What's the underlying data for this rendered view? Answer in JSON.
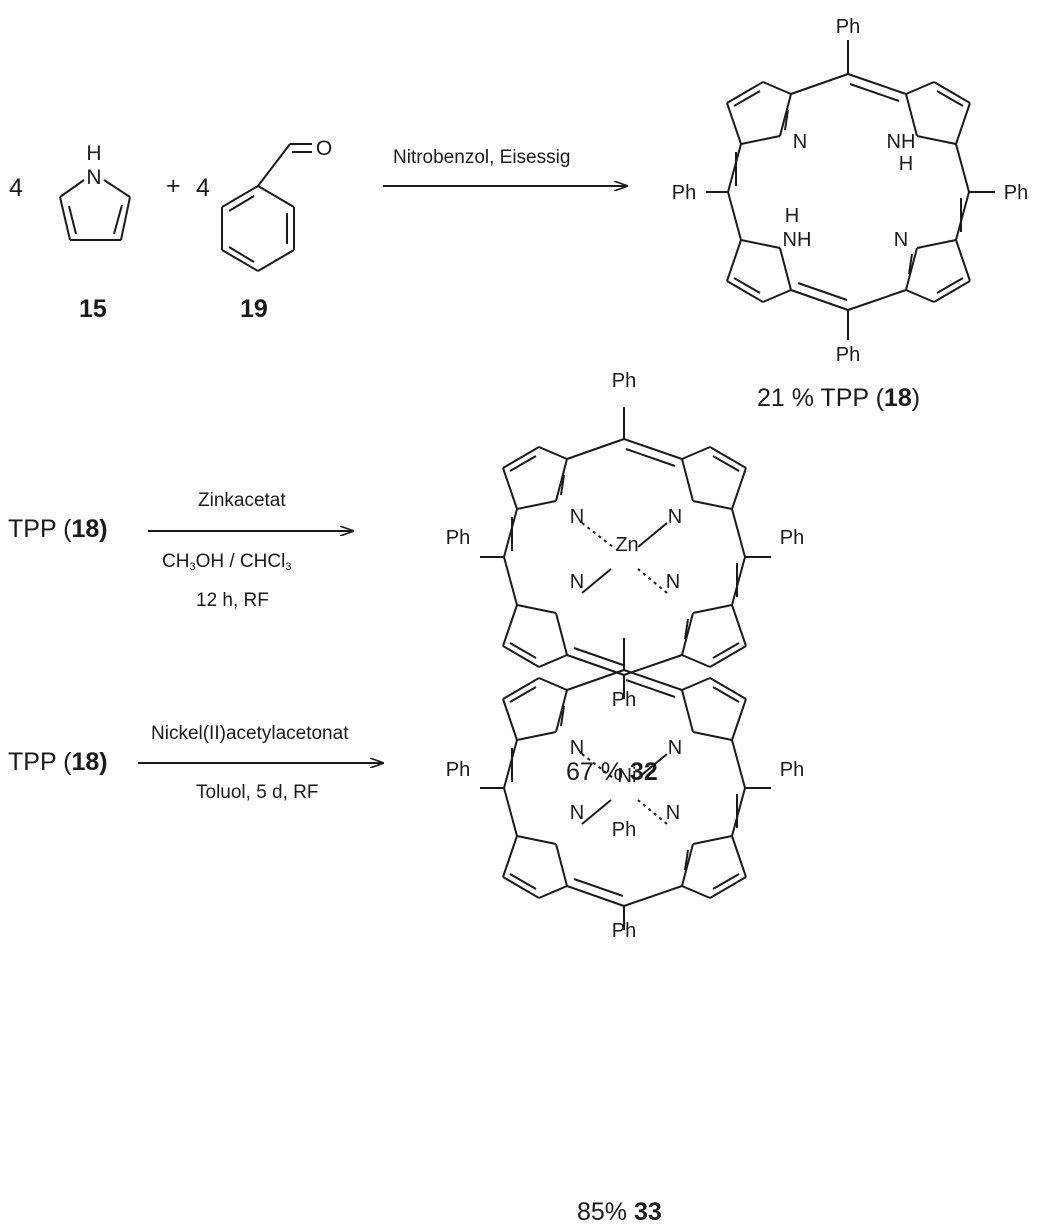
{
  "reaction1": {
    "coef_pyrrole": "4",
    "plus": "+",
    "coef_aldehyde": "4",
    "pyrrole_h": "H",
    "pyrrole_n": "N",
    "aldehyde_o": "O",
    "pyrrole_num": "15",
    "aldehyde_num": "19",
    "conditions": "Nitrobenzol, Eisessig",
    "product_yield": "21 % TPP (",
    "product_num": "18",
    "product_close": ")"
  },
  "reaction2": {
    "reactant": "TPP (",
    "reactant_num": "18)",
    "reagent": "Zinkacetat",
    "solvent_a": "CH",
    "solvent_a_sub": "3",
    "solvent_b": "OH / CHCl",
    "solvent_b_sub": "3",
    "conditions": "12 h, RF",
    "metal": "Zn",
    "product_yield": "67 % ",
    "product_num": "32"
  },
  "reaction3": {
    "reactant": "TPP (",
    "reactant_num": "18)",
    "reagent": "Nickel(II)acetylacetonat",
    "conditions": "Toluol, 5 d,  RF",
    "metal": "Ni",
    "product_yield": "85% ",
    "product_num": "33"
  },
  "atoms": {
    "ph": "Ph",
    "n": "N",
    "nh": "NH",
    "h": "H"
  },
  "colors": {
    "ink": "#1a1a1a",
    "background": "#ffffff"
  }
}
